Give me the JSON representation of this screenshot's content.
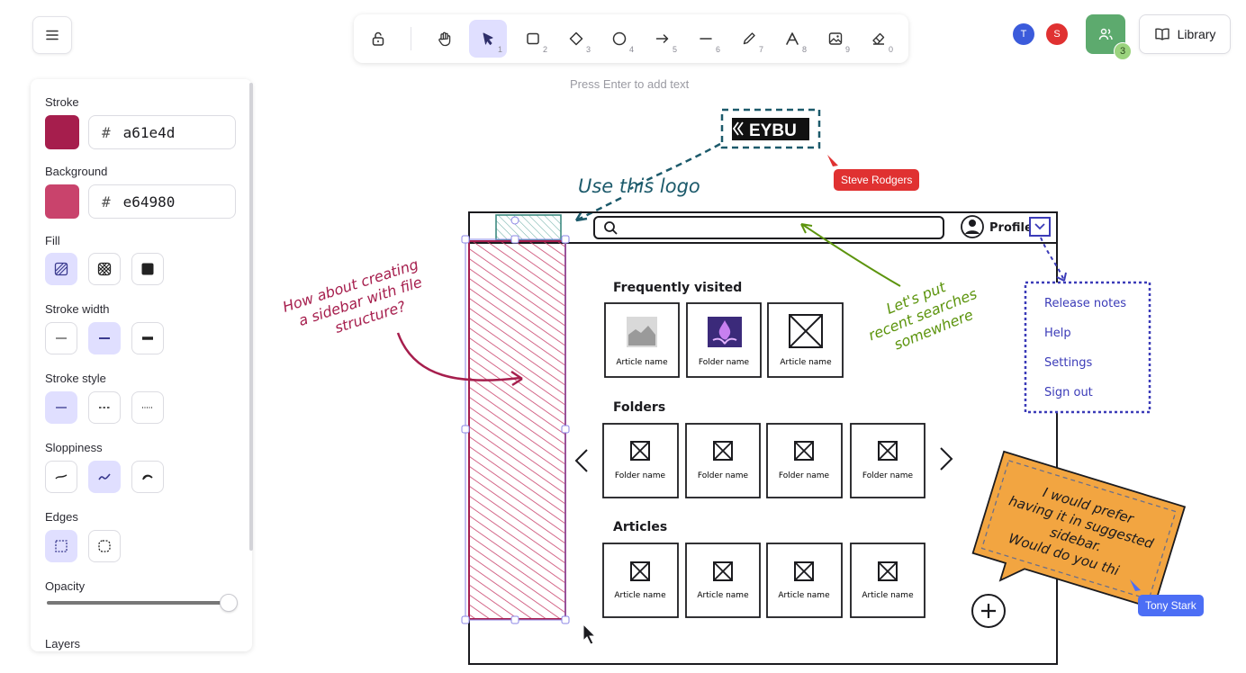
{
  "toolbar": {
    "tools": [
      {
        "name": "lock",
        "num": ""
      },
      {
        "name": "hand",
        "num": ""
      },
      {
        "name": "selection",
        "num": "1"
      },
      {
        "name": "rectangle",
        "num": "2"
      },
      {
        "name": "diamond",
        "num": "3"
      },
      {
        "name": "ellipse",
        "num": "4"
      },
      {
        "name": "arrow",
        "num": "5"
      },
      {
        "name": "line",
        "num": "6"
      },
      {
        "name": "draw",
        "num": "7"
      },
      {
        "name": "text",
        "num": "8"
      },
      {
        "name": "image",
        "num": "9"
      },
      {
        "name": "eraser",
        "num": "0"
      }
    ],
    "active_tool": "selection",
    "hint": "Press Enter to add text"
  },
  "collaborators": {
    "avatars": [
      {
        "initial": "T",
        "color": "#3b5bdb"
      },
      {
        "initial": "S",
        "color": "#e03131"
      }
    ],
    "count": "3",
    "button_color": "#5daa6e"
  },
  "library_label": "Library",
  "panel": {
    "stroke_label": "Stroke",
    "stroke_hex": "a61e4d",
    "stroke_color": "#a61e4d",
    "background_label": "Background",
    "background_hex": "e64980",
    "background_color": "#e64980",
    "hash": "#",
    "fill_label": "Fill",
    "stroke_width_label": "Stroke width",
    "stroke_style_label": "Stroke style",
    "sloppiness_label": "Sloppiness",
    "edges_label": "Edges",
    "opacity_label": "Opacity",
    "opacity_value": 100,
    "layers_label": "Layers"
  },
  "canvas": {
    "logo_text": "EYBU",
    "use_logo_note": "Use this logo",
    "sidebar_note": [
      "How about creating",
      "a sidebar with file",
      "structure?"
    ],
    "recent_note": [
      "Let's put",
      "recent searches",
      "somewhere"
    ],
    "profile_label": "Profile",
    "dropdown_items": [
      "Release notes",
      "Help",
      "Settings",
      "Sign out"
    ],
    "sections": {
      "frequent": "Frequently visited",
      "folders": "Folders",
      "articles": "Articles"
    },
    "frequent_items": [
      "Article name",
      "Folder name",
      "Article name"
    ],
    "folder_items": [
      "Folder name",
      "Folder name",
      "Folder name",
      "Folder name"
    ],
    "article_items": [
      "Article name",
      "Article name",
      "Article name",
      "Article name"
    ],
    "sticky_note": [
      "I would prefer",
      "having it in suggested",
      "sidebar.",
      "Would do you thi"
    ],
    "cursors": [
      {
        "name": "Steve Rodgers",
        "color": "#e03131"
      },
      {
        "name": "Tony Stark",
        "color": "#4c6ef5"
      }
    ]
  }
}
